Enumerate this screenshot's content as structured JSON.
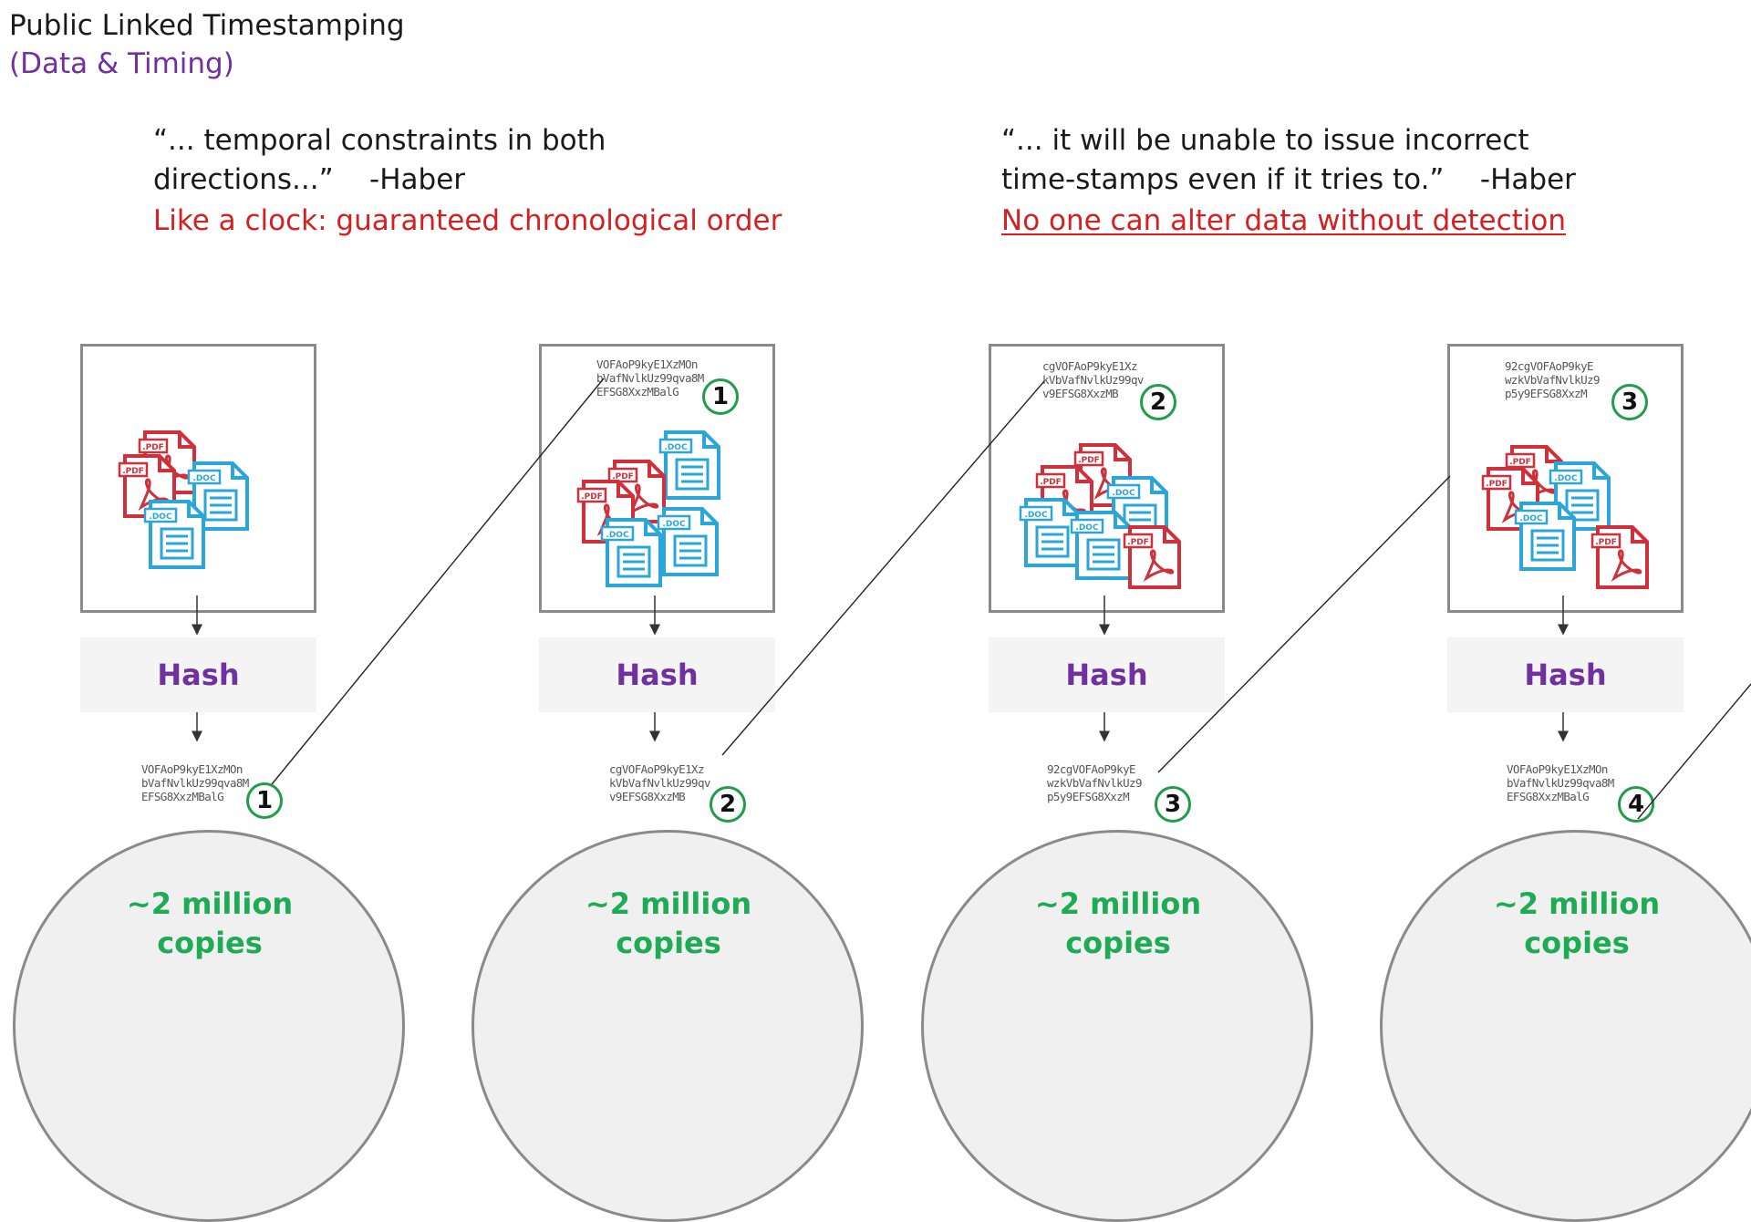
{
  "header": {
    "title": "Public Linked Timestamping",
    "subtitle": "(Data & Timing)"
  },
  "quotes": [
    {
      "line1": "“... temporal constraints in both",
      "line2": "directions...”    -Haber",
      "highlight": "Like a clock: guaranteed chronological order"
    },
    {
      "line1": "“... it will be unable to issue incorrect",
      "line2": "time-stamps even if it tries to.”    -Haber",
      "highlight": "No one can alter data without detection"
    }
  ],
  "blocks": [
    {
      "prev_hash": [
        "",
        "",
        ""
      ],
      "prev_badge": "",
      "hash_label": "Hash",
      "hash_lines": [
        "VOFAoP9kyE1XzMOn",
        "bVafNvlkUz99qva8M",
        "EFSG8XxzMBalG"
      ],
      "hash_badge": "1",
      "copies_line1": "~2 million",
      "copies_line2": "copies"
    },
    {
      "prev_hash": [
        "VOFAoP9kyE1XzMOn",
        "bVafNvlkUz99qva8M",
        "EFSG8XxzMBalG"
      ],
      "prev_badge": "1",
      "hash_label": "Hash",
      "hash_lines": [
        "cgVOFAoP9kyE1Xz",
        "kVbVafNvlkUz99qv",
        "v9EFSG8XxzMB"
      ],
      "hash_badge": "2",
      "copies_line1": "~2 million",
      "copies_line2": "copies"
    },
    {
      "prev_hash": [
        "cgVOFAoP9kyE1Xz",
        "kVbVafNvlkUz99qv",
        "v9EFSG8XxzMB"
      ],
      "prev_badge": "2",
      "hash_label": "Hash",
      "hash_lines": [
        "92cgVOFAoP9kyE",
        "wzkVbVafNvlkUz9",
        "p5y9EFSG8XxzM"
      ],
      "hash_badge": "3",
      "copies_line1": "~2 million",
      "copies_line2": "copies"
    },
    {
      "prev_hash": [
        "92cgVOFAoP9kyE",
        "wzkVbVafNvlkUz9",
        "p5y9EFSG8XxzM"
      ],
      "prev_badge": "3",
      "hash_label": "Hash",
      "hash_lines": [
        "VOFAoP9kyE1XzMOn",
        "bVafNvlkUz99qva8M",
        "EFSG8XxzMBalG"
      ],
      "hash_badge": "4",
      "copies_line1": "~2 million",
      "copies_line2": "copies"
    }
  ],
  "icons": {
    "pdf_label": ".PDF",
    "doc_label": ".DOC",
    "pdf_color": "#d0303a",
    "doc_color": "#2aa6d8"
  }
}
